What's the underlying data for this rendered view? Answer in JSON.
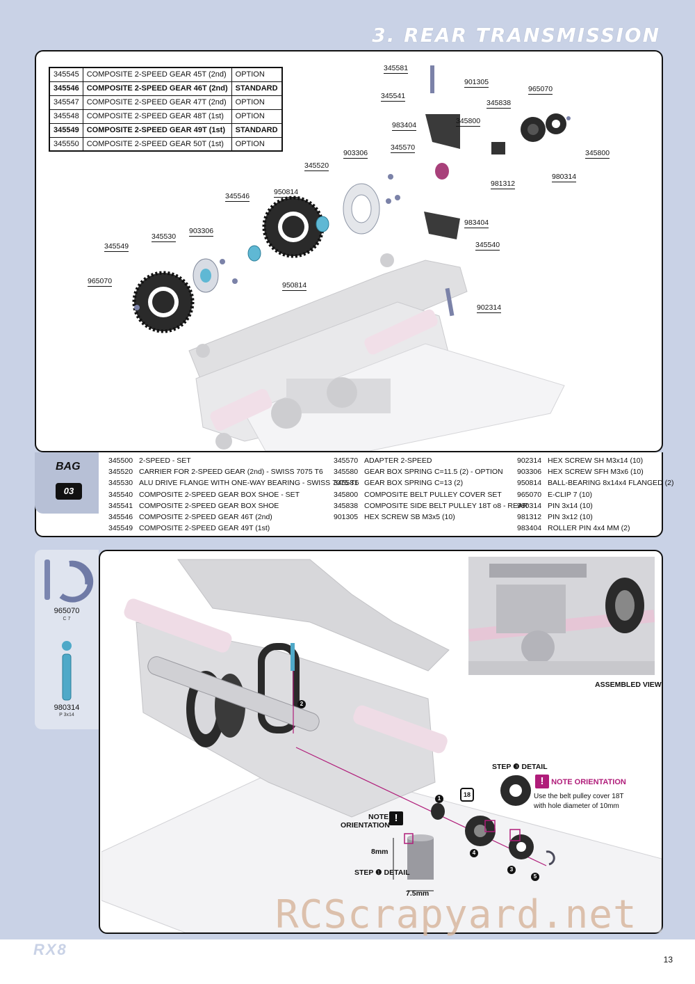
{
  "header": {
    "title": "3. REAR TRANSMISSION"
  },
  "options_table": [
    {
      "code": "345545",
      "desc": "COMPOSITE 2-SPEED GEAR 45T (2nd)",
      "type": "OPTION",
      "bold": false
    },
    {
      "code": "345546",
      "desc": "COMPOSITE 2-SPEED GEAR 46T (2nd)",
      "type": "STANDARD",
      "bold": true
    },
    {
      "code": "345547",
      "desc": "COMPOSITE 2-SPEED GEAR 47T (2nd)",
      "type": "OPTION",
      "bold": false
    },
    {
      "code": "345548",
      "desc": "COMPOSITE 2-SPEED GEAR 48T (1st)",
      "type": "OPTION",
      "bold": false
    },
    {
      "code": "345549",
      "desc": "COMPOSITE 2-SPEED GEAR 49T (1st)",
      "type": "STANDARD",
      "bold": true
    },
    {
      "code": "345550",
      "desc": "COMPOSITE 2-SPEED GEAR 50T (1st)",
      "type": "OPTION",
      "bold": false
    }
  ],
  "exploded_labels": {
    "l345581": "345581",
    "l901305": "901305",
    "l345541": "345541",
    "l965070a": "965070",
    "l345838": "345838",
    "l983404a": "983404",
    "l345800a": "345800",
    "l345800b": "345800",
    "l903306a": "903306",
    "l345570": "345570",
    "l981312": "981312",
    "l980314": "980314",
    "l345520": "345520",
    "l950814a": "950814",
    "l345546": "345546",
    "l983404b": "983404",
    "l345540": "345540",
    "l903306b": "903306",
    "l345530": "345530",
    "l345549": "345549",
    "l950814b": "950814",
    "l965070b": "965070",
    "l902314": "902314"
  },
  "bag": {
    "label": "BAG",
    "number": "03",
    "col1": [
      {
        "code": "345500",
        "desc": "2-SPEED - SET"
      },
      {
        "code": "345520",
        "desc": "CARRIER FOR 2-SPEED GEAR (2nd) - SWISS 7075 T6"
      },
      {
        "code": "345530",
        "desc": "ALU DRIVE FLANGE WITH ONE-WAY BEARING - SWISS 7075 T6"
      },
      {
        "code": "345540",
        "desc": "COMPOSITE 2-SPEED GEAR BOX SHOE - SET"
      },
      {
        "code": "345541",
        "desc": "COMPOSITE 2-SPEED GEAR BOX SHOE"
      },
      {
        "code": "345546",
        "desc": "COMPOSITE 2-SPEED GEAR 46T (2nd)"
      },
      {
        "code": "345549",
        "desc": "COMPOSITE 2-SPEED GEAR 49T (1st)"
      }
    ],
    "col2": [
      {
        "code": "345570",
        "desc": "ADAPTER 2-SPEED"
      },
      {
        "code": "345580",
        "desc": "GEAR BOX SPRING C=11.5 (2) - OPTION"
      },
      {
        "code": "345581",
        "desc": "GEAR BOX SPRING C=13 (2)"
      },
      {
        "code": "345800",
        "desc": "COMPOSITE BELT PULLEY COVER SET"
      },
      {
        "code": "345838",
        "desc": "COMPOSITE SIDE BELT PULLEY 18T o8 - REAR"
      },
      {
        "code": "",
        "desc": ""
      },
      {
        "code": "901305",
        "desc": "HEX SCREW SB M3x5 (10)"
      }
    ],
    "col3": [
      {
        "code": "902314",
        "desc": "HEX SCREW SH M3x14 (10)"
      },
      {
        "code": "903306",
        "desc": "HEX SCREW SFH M3x6 (10)"
      },
      {
        "code": "950814",
        "desc": "BALL-BEARING 8x14x4 FLANGED (2)"
      },
      {
        "code": "965070",
        "desc": "E-CLIP 7 (10)"
      },
      {
        "code": "980314",
        "desc": "PIN 3x14 (10)"
      },
      {
        "code": "981312",
        "desc": "PIN 3x12 (10)"
      },
      {
        "code": "983404",
        "desc": "ROLLER PIN 4x4 MM (2)"
      }
    ]
  },
  "side_parts": [
    {
      "code": "965070",
      "sub": "C 7"
    },
    {
      "code": "980314",
      "sub": "P 3x14"
    }
  ],
  "assembly": {
    "assembled_view": "ASSEMBLED VIEW",
    "step3_detail": "STEP ❸ DETAIL",
    "note_orientation_1": "NOTE ORIENTATION",
    "note_orientation_text": "Use the belt pulley cover 18T with hole diameter of 10mm",
    "note_orientation_2a": "NOTE",
    "note_orientation_2b": "ORIENTATION",
    "dim_8": "8mm",
    "dim_75": "7.5mm",
    "step1_detail": "STEP ❶ DETAIL",
    "badge_18": "18",
    "n1": "1",
    "n2": "2",
    "n3": "3",
    "n4": "4",
    "n5": "5"
  },
  "footer": {
    "watermark": "RCScrapyard.net",
    "logo": "RX8",
    "page_number": "13"
  }
}
